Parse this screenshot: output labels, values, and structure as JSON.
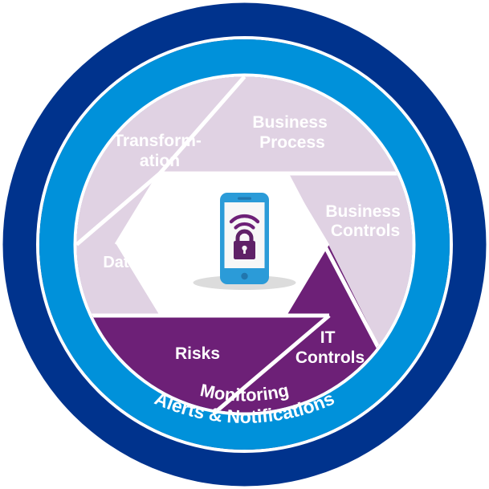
{
  "diagram": {
    "type": "aperture-iris-circular-diagram",
    "title": "",
    "center_icon": {
      "name": "secure-mobile-device-icon",
      "description": "smartphone with wifi signal and padlock",
      "body_color": "#2B9BD8",
      "screen_color": "#F7F7F7",
      "symbol_color": "#5F2167",
      "shadow_color": "#DCDCDC"
    },
    "segments": [
      {
        "id": "transformation",
        "label": "Transform-\nation",
        "label_lines": [
          "Transform-",
          "ation"
        ],
        "color": "#E0D2E3",
        "text_color": "#FFFFFF"
      },
      {
        "id": "business-process",
        "label": "Business Process",
        "label_lines": [
          "Business",
          "Process"
        ],
        "color": "#E0D2E3",
        "text_color": "#FFFFFF"
      },
      {
        "id": "business-controls",
        "label": "Business Controls",
        "label_lines": [
          "Business",
          "Controls"
        ],
        "color": "#E0D2E3",
        "text_color": "#FFFFFF"
      },
      {
        "id": "it-controls",
        "label": "IT Controls",
        "label_lines": [
          "IT",
          "Controls"
        ],
        "color": "#6D2077",
        "text_color": "#FFFFFF"
      },
      {
        "id": "risks",
        "label": "Risks",
        "label_lines": [
          "Risks"
        ],
        "color": "#6D2077",
        "text_color": "#FFFFFF"
      },
      {
        "id": "data",
        "label": "Data",
        "label_lines": [
          "Data"
        ],
        "color": "#E0D2E3",
        "text_color": "#FFFFFF"
      }
    ],
    "rings": [
      {
        "id": "monitoring-ring",
        "label": "Monitoring",
        "color": "#0091DA",
        "text_color": "#FFFFFF"
      },
      {
        "id": "alerts-ring",
        "label": "Alerts & Notifications",
        "color": "#00338D",
        "text_color": "#FFFFFF"
      }
    ],
    "colors": {
      "outer_ring": "#00338D",
      "inner_ring": "#0091DA",
      "separator": "#FFFFFF",
      "light_segment": "#E0D2E3",
      "dark_segment": "#6D2077",
      "core": "#FFFFFF"
    }
  }
}
